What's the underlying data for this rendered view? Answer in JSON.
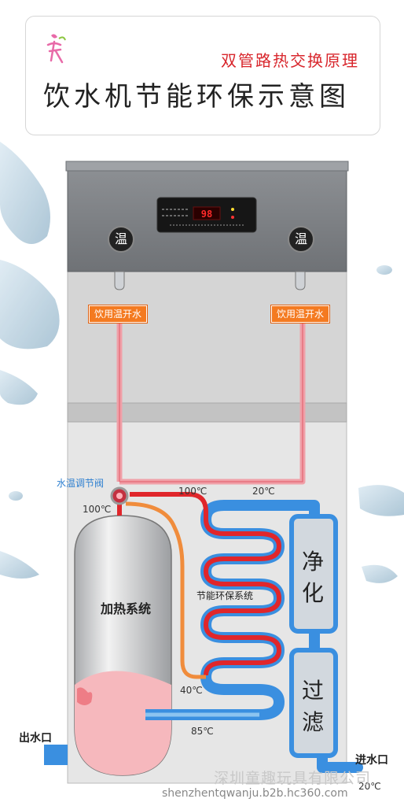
{
  "header": {
    "subtitle": "双管路热交换原理",
    "title": "饮水机节能环保示意图"
  },
  "machine": {
    "display_value": "98",
    "left_knob": "温",
    "right_knob": "温",
    "left_tap_label": "饮用温开水",
    "right_tap_label": "饮用温开水"
  },
  "labels": {
    "valve": "水温调节阀",
    "valve_temp": "100℃",
    "top_hot_temp": "100℃",
    "top_cold_temp": "20℃",
    "heating_system": "加热系统",
    "eco_system": "节能环保系统",
    "purify_1": "净",
    "purify_2": "化",
    "filter_1": "过",
    "filter_2": "滤",
    "temp_40": "40℃",
    "temp_85": "85℃",
    "outlet": "出水口",
    "inlet": "进水口",
    "inlet_temp": "20℃"
  },
  "colors": {
    "hot_pipe": "#e0262b",
    "cold_pipe": "#3a8fe0",
    "mixed_pipe": "#f08c3c",
    "warm_pipe": "#f0a0a8",
    "tag": "#f47a20"
  },
  "watermark": {
    "cn": "深圳童趣玩具有限公司",
    "url": "shenzhentqwanju.b2b.hc360.com"
  }
}
